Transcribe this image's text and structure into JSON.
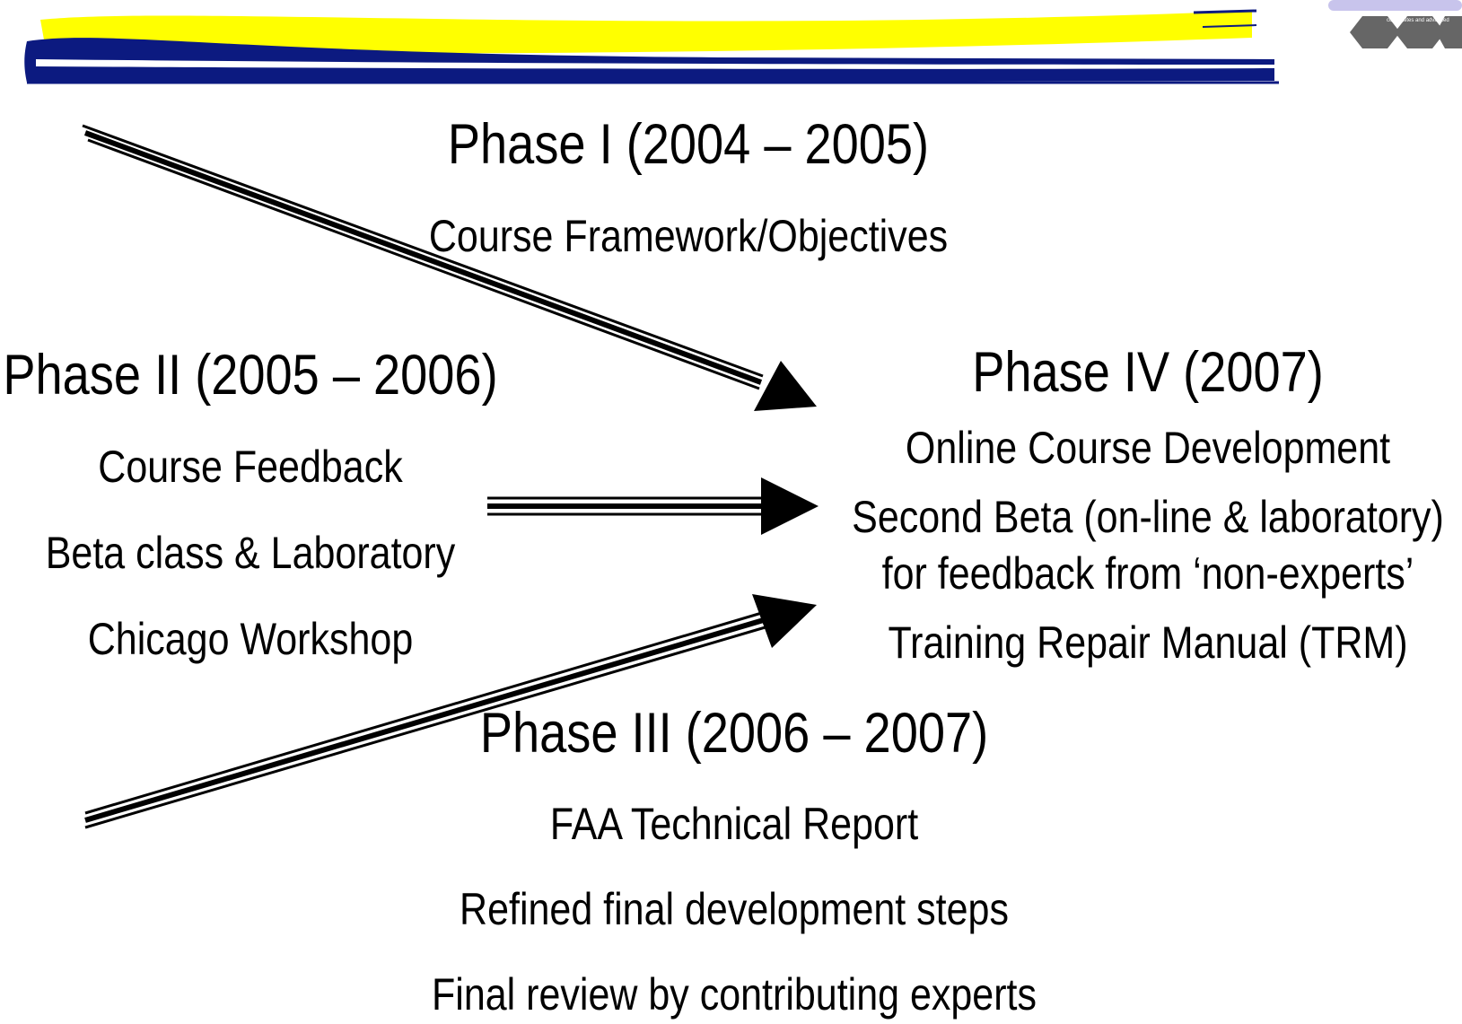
{
  "logo": {
    "caption": "composites and advanced"
  },
  "colors": {
    "banner_yellow": "#ffff00",
    "banner_navy": "#0c1a80",
    "logo_lavender": "#c8c4ec",
    "logo_grey": "#666666",
    "arrow": "#000000"
  },
  "phases": {
    "phase1": {
      "title": "Phase I (2004 – 2005)",
      "items": [
        "Course Framework/Objectives"
      ]
    },
    "phase2": {
      "title": "Phase II (2005 – 2006)",
      "items": [
        "Course Feedback",
        "Beta class & Laboratory",
        "Chicago Workshop"
      ]
    },
    "phase3": {
      "title": "Phase III (2006 – 2007)",
      "items": [
        "FAA Technical Report",
        "Refined final development steps",
        "Final review by contributing experts"
      ]
    },
    "phase4": {
      "title": "Phase IV (2007)",
      "items": [
        "Online Course Development",
        "Second Beta (on-line & laboratory)",
        "for feedback from ‘non-experts’",
        "Training Repair Manual (TRM)"
      ]
    }
  }
}
